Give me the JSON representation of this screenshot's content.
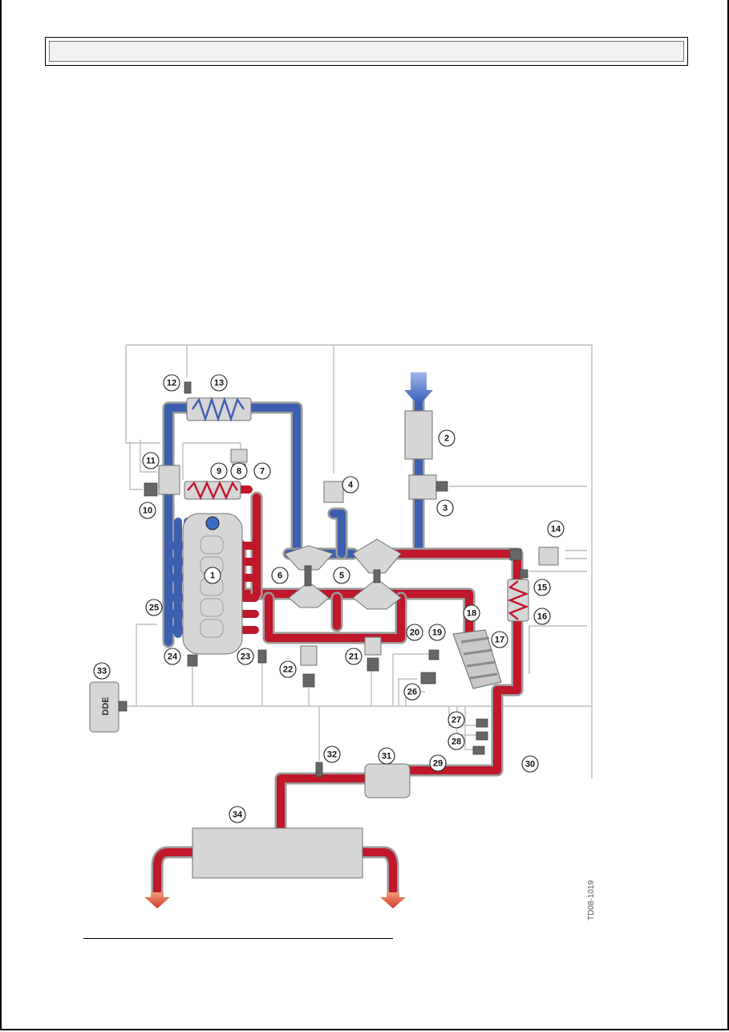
{
  "diagram": {
    "labels": [
      "1",
      "2",
      "3",
      "4",
      "5",
      "6",
      "7",
      "8",
      "9",
      "10",
      "11",
      "12",
      "13",
      "14",
      "15",
      "16",
      "17",
      "18",
      "19",
      "20",
      "21",
      "22",
      "23",
      "24",
      "25",
      "26",
      "27",
      "28",
      "29",
      "30",
      "31",
      "32",
      "33",
      "34"
    ],
    "ecu_label": "DDE",
    "figure_code": "TD08-1019",
    "colors": {
      "intake": "#3c5fb0",
      "exhaust": "#c0172a",
      "wiring": "#bdbdbd"
    }
  }
}
